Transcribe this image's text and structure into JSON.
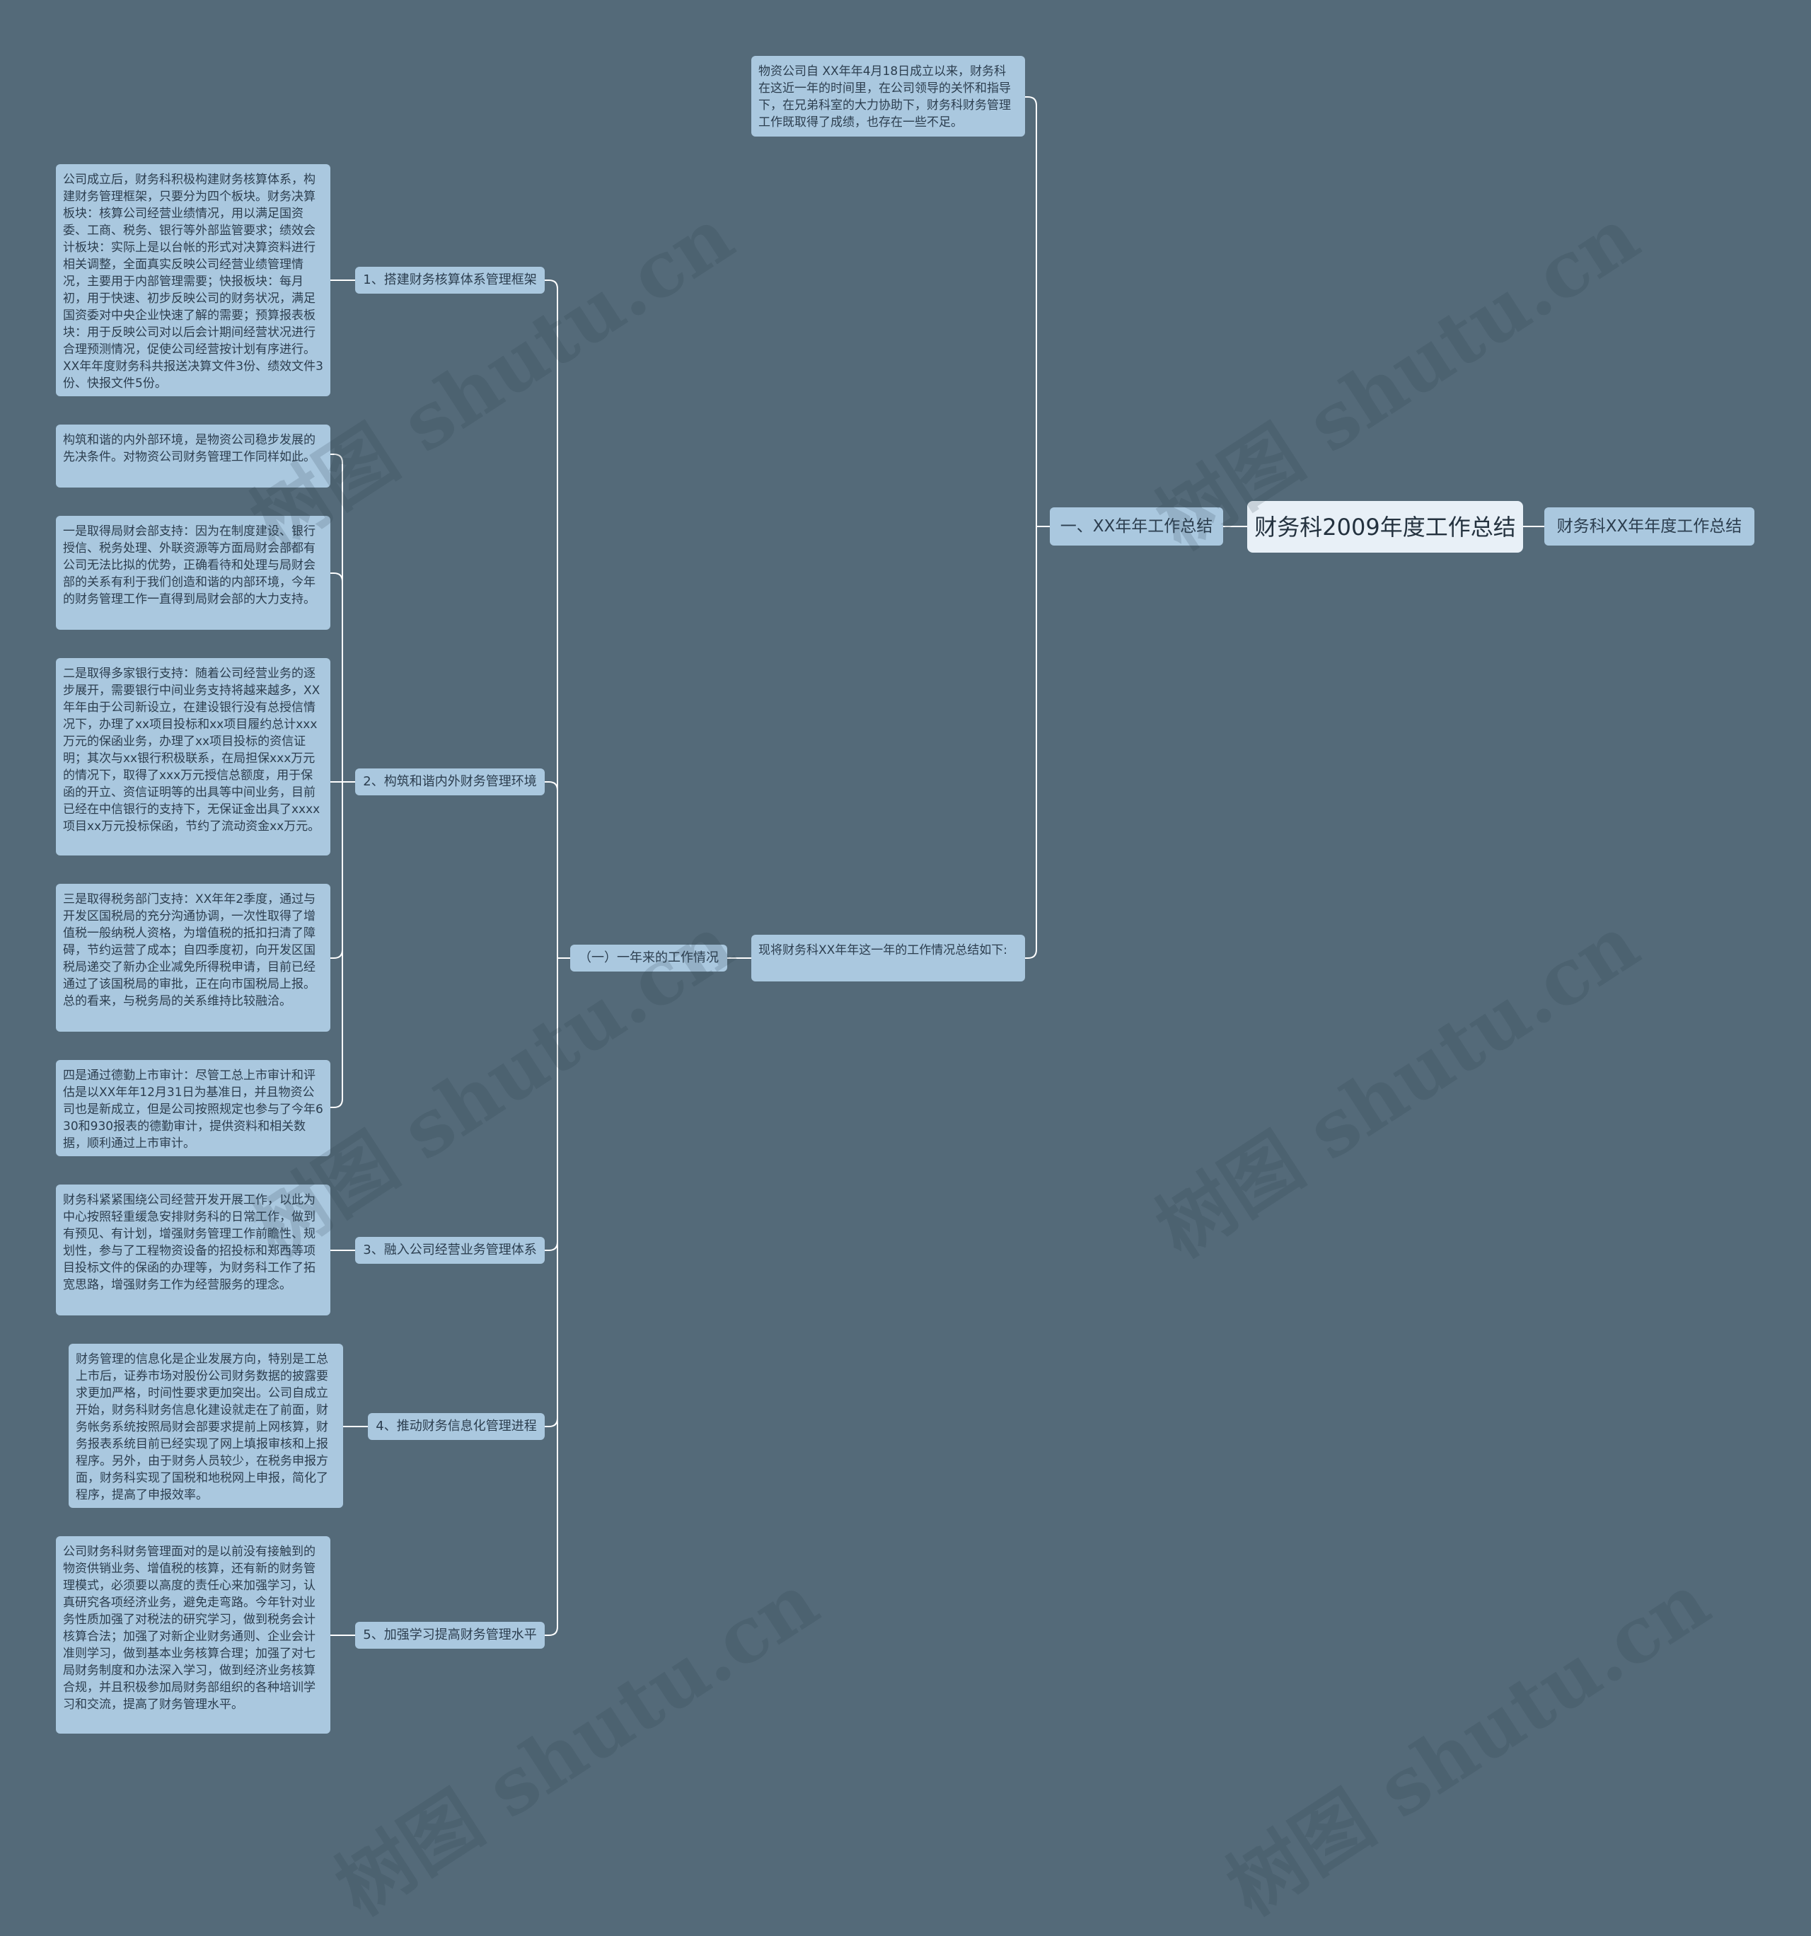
{
  "root": {
    "title": "财务科2009年度工作总结"
  },
  "right_branch": {
    "label": "财务科XX年年度工作总结"
  },
  "section_one": {
    "label": "一、XX年年工作总结"
  },
  "intro_note": {
    "text": "物资公司自 XX年年4月18日成立以来，财务科在这近一年的时间里，在公司领导的关怀和指导下，在兄弟科室的大力协助下，财务科财务管理工作既取得了成绩，也存在一些不足。"
  },
  "summary_note": {
    "text": "现将财务科XX年年这一年的工作情况总结如下:"
  },
  "subsection": {
    "label": "（一）一年来的工作情况"
  },
  "items": [
    {
      "label": "1、搭建财务核算体系管理框架",
      "details": [
        "公司成立后，财务科积极构建财务核算体系，构建财务管理框架，只要分为四个板块。财务决算板块：核算公司经营业绩情况，用以满足国资委、工商、税务、银行等外部监管要求；绩效会计板块：实际上是以台帐的形式对决算资料进行相关调整，全面真实反映公司经营业绩管理情况，主要用于内部管理需要；快报板块：每月初，用于快速、初步反映公司的财务状况，满足国资委对中央企业快速了解的需要；预算报表板块：用于反映公司对以后会计期间经营状况进行合理预测情况，促使公司经营按计划有序进行。XX年年度财务科共报送决算文件3份、绩效文件3份、快报文件5份。"
      ]
    },
    {
      "label": "2、构筑和谐内外财务管理环境",
      "details": [
        "构筑和谐的内外部环境，是物资公司稳步发展的先决条件。对物资公司财务管理工作同样如此。",
        "一是取得局财会部支持：因为在制度建设、银行授信、税务处理、外联资源等方面局财会部都有公司无法比拟的优势，正确看待和处理与局财会部的关系有利于我们创造和谐的内部环境，今年的财务管理工作一直得到局财会部的大力支持。",
        "二是取得多家银行支持：随着公司经营业务的逐步展开，需要银行中间业务支持将越来越多，XX年年由于公司新设立，在建设银行没有总授信情况下，办理了xx项目投标和xx项目履约总计xxx万元的保函业务，办理了xx项目投标的资信证明；其次与xx银行积极联系，在局担保xxx万元的情况下，取得了xxx万元授信总额度，用于保函的开立、资信证明等的出具等中间业务，目前已经在中信银行的支持下，无保证金出具了xxxx项目xx万元投标保函，节约了流动资金xx万元。",
        "三是取得税务部门支持：XX年年2季度，通过与开发区国税局的充分沟通协调，一次性取得了增值税一般纳税人资格，为增值税的抵扣扫清了障碍，节约运营了成本；自四季度初，向开发区国税局递交了新办企业减免所得税申请，目前已经通过了该国税局的审批，正在向市国税局上报。总的看来，与税务局的关系维持比较融洽。",
        "四是通过德勤上市审计：尽管工总上市审计和评估是以XX年年12月31日为基准日，并且物资公司也是新成立，但是公司按照规定也参与了今年630和930报表的德勤审计，提供资料和相关数据，顺利通过上市审计。"
      ]
    },
    {
      "label": "3、融入公司经营业务管理体系",
      "details": [
        "财务科紧紧围绕公司经营开发开展工作，以此为中心按照轻重缓急安排财务科的日常工作，做到有预见、有计划，增强财务管理工作前瞻性、规划性，参与了工程物资设备的招投标和郑西等项目投标文件的保函的办理等，为财务科工作了拓宽思路，增强财务工作为经营服务的理念。"
      ]
    },
    {
      "label": "4、推动财务信息化管理进程",
      "details": [
        "财务管理的信息化是企业发展方向，特别是工总上市后，证券市场对股份公司财务数据的披露要求更加严格，时间性要求更加突出。公司自成立开始，财务科财务信息化建设就走在了前面，财务帐务系统按照局财会部要求提前上网核算，财务报表系统目前已经实现了网上填报审核和上报程序。另外，由于财务人员较少，在税务申报方面，财务科实现了国税和地税网上申报，简化了程序，提高了申报效率。"
      ]
    },
    {
      "label": "5、加强学习提高财务管理水平",
      "details": [
        "公司财务科财务管理面对的是以前没有接触到的物资供销业务、增值税的核算，还有新的财务管理模式，必须要以高度的责任心来加强学习，认真研究各项经济业务，避免走弯路。今年针对业务性质加强了对税法的研究学习，做到税务会计核算合法；加强了对新企业财务通则、企业会计准则学习，做到基本业务核算合理；加强了对七局财务制度和办法深入学习，做到经济业务核算合规，并且积极参加局财务部组织的各种培训学习和交流，提高了财务管理水平。"
      ]
    }
  ],
  "watermark": {
    "text": "树图 shutu.cn"
  },
  "colors": {
    "background": "#546a79",
    "node": "#aac8df",
    "root_node": "#e8f0f7",
    "connector": "#ffffff"
  }
}
